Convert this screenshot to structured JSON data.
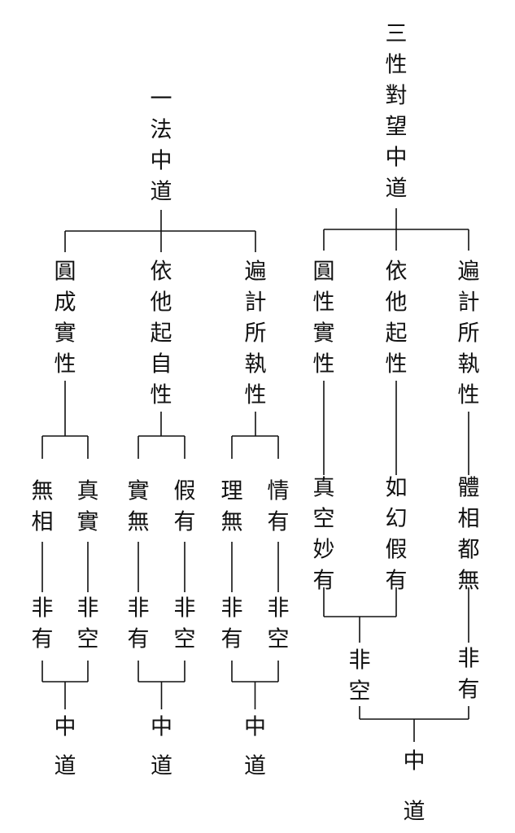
{
  "left_tree": {
    "title": "一法中道",
    "branches": [
      {
        "name": "圓成實性",
        "leaves": [
          {
            "term": "無相",
            "neg": "非有"
          },
          {
            "term": "真實",
            "neg": "非空"
          }
        ],
        "result": "中道"
      },
      {
        "name": "依他起自性",
        "leaves": [
          {
            "term": "實無",
            "neg": "非有"
          },
          {
            "term": "假有",
            "neg": "非空"
          }
        ],
        "result": "中道"
      },
      {
        "name": "遍計所執性",
        "leaves": [
          {
            "term": "理無",
            "neg": "非有"
          },
          {
            "term": "情有",
            "neg": "非空"
          }
        ],
        "result": "中道"
      }
    ]
  },
  "right_tree": {
    "title": "三性對望中道",
    "branches": [
      {
        "name": "圓性實性",
        "term": "真空妙有"
      },
      {
        "name": "依他起性",
        "term": "如幻假有"
      },
      {
        "name": "遍計所執性",
        "term": "體相都無"
      }
    ],
    "joined_neg": "非空",
    "right_neg": "非有",
    "result": "中道"
  }
}
